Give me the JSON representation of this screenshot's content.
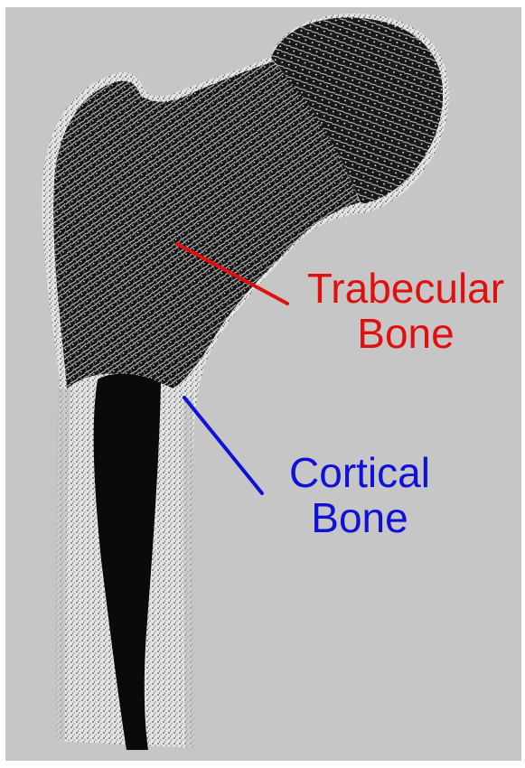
{
  "labels": {
    "trabecular": {
      "line1": "Trabecular",
      "line2": "Bone",
      "color": "#e01010"
    },
    "cortical": {
      "line1": "Cortical",
      "line2": "Bone",
      "color": "#1010d8"
    }
  },
  "colors": {
    "background": "#c6c6c6",
    "bone_dark": "#111111",
    "cortex_light": "#e6e6e6",
    "marrow": "#0a0a0a"
  }
}
